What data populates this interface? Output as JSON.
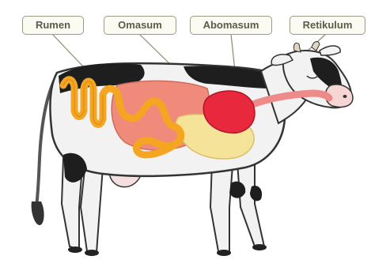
{
  "labels": {
    "rumen": "Rumen",
    "omasum": "Omasum",
    "abomasum": "Abomasum",
    "retikulum": "Retikulum"
  },
  "colors": {
    "label_border": "#9a9a85",
    "label_text": "#5b5b46",
    "cow_body": "#f2f2f2",
    "cow_spots": "#1e1e1e",
    "intestine": "#f4a623",
    "rumen_organ": "#f08a7a",
    "omasum_organ": "#f6e39a",
    "abomasum_organ": "#e8283c",
    "esophagus": "#ee8a8a"
  }
}
